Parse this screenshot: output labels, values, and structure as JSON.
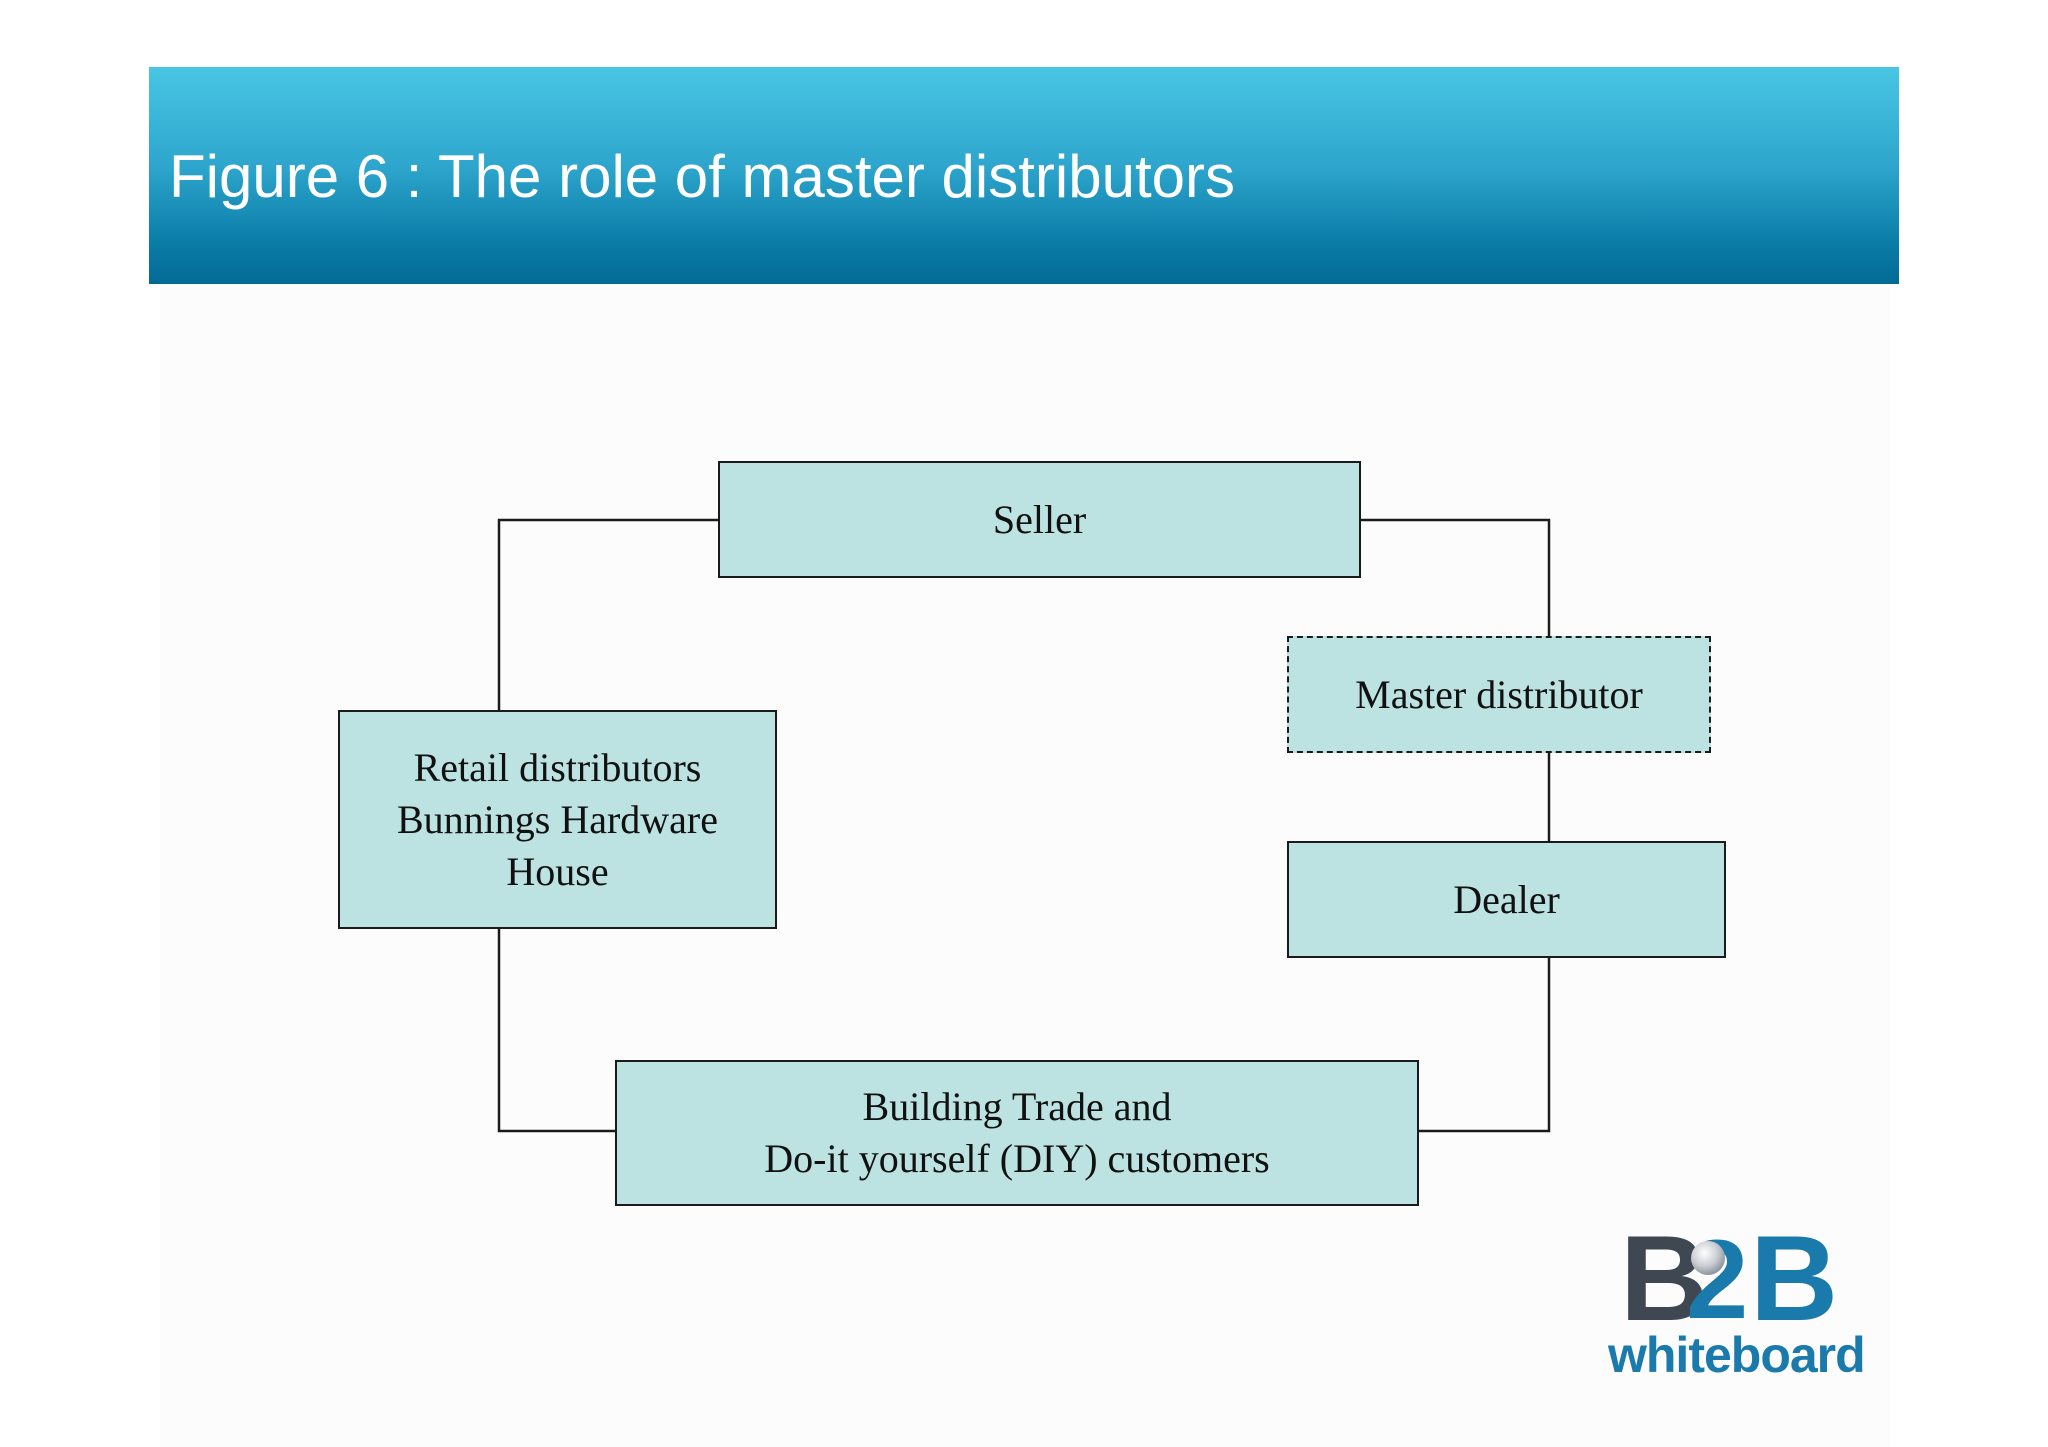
{
  "header": {
    "title": "Figure 6 : The role of master distributors"
  },
  "diagram": {
    "nodes": [
      {
        "id": "seller",
        "lines": [
          "Seller"
        ]
      },
      {
        "id": "master-distributor",
        "lines": [
          "Master distributor"
        ],
        "style": "dashed"
      },
      {
        "id": "dealer",
        "lines": [
          "Dealer"
        ]
      },
      {
        "id": "retail-distributors",
        "lines": [
          "Retail distributors",
          "Bunnings Hardware",
          "House"
        ]
      },
      {
        "id": "customers",
        "lines": [
          "Building Trade and",
          "Do-it yourself (DIY) customers"
        ]
      }
    ],
    "edges": [
      {
        "from": "seller",
        "to": "retail-distributors"
      },
      {
        "from": "seller",
        "to": "master-distributor"
      },
      {
        "from": "master-distributor",
        "to": "dealer"
      },
      {
        "from": "dealer",
        "to": "customers"
      },
      {
        "from": "retail-distributors",
        "to": "customers"
      }
    ]
  },
  "logo": {
    "mark": "B2B",
    "wordmark": "whiteboard",
    "colors": {
      "dark": "#3f4752",
      "blue": "#1a7aab",
      "sphere": "#c9cdd2"
    }
  },
  "colors": {
    "node_fill": "#bce2e2",
    "node_border": "#1b1b1b",
    "header_top": "#48c6e3",
    "header_bottom": "#036a96"
  }
}
